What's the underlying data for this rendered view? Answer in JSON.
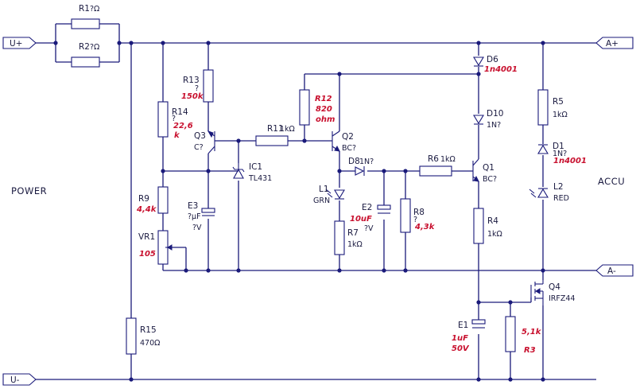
{
  "ports": {
    "u_plus": "U+",
    "u_minus": "U-",
    "a_plus": "A+",
    "a_minus": "A-"
  },
  "blocks": {
    "power": "POWER",
    "accu": "ACCU"
  },
  "components": {
    "r1": {
      "ref": "R1",
      "value": "?Ω"
    },
    "r2": {
      "ref": "R2",
      "value": "?Ω"
    },
    "r13": {
      "ref": "R13",
      "value": "?",
      "note": "150k"
    },
    "r14": {
      "ref": "R14",
      "value": "?",
      "note": [
        "22,6",
        "k"
      ]
    },
    "r12": {
      "ref": "R12",
      "note": [
        "820",
        "ohm"
      ]
    },
    "r11": {
      "ref": "R11",
      "value": "1kΩ"
    },
    "q3": {
      "ref": "Q3",
      "value": "C?"
    },
    "q2": {
      "ref": "Q2",
      "value": "BC?"
    },
    "q1": {
      "ref": "Q1",
      "value": "BC?"
    },
    "ic1": {
      "ref": "IC1",
      "value": "TL431"
    },
    "r9": {
      "ref": "R9",
      "note": "4,4k"
    },
    "vr1": {
      "ref": "VR1",
      "note": "105"
    },
    "e3": {
      "ref": "E3",
      "value": "?µF",
      "value2": "?V"
    },
    "d8": {
      "ref": "D8",
      "value": "1N?"
    },
    "l1": {
      "ref": "L1",
      "value": "GRN"
    },
    "e2": {
      "ref": "E2",
      "value": "?V",
      "note": "10uF"
    },
    "r8": {
      "ref": "R8",
      "value": "?",
      "note": "4,3k"
    },
    "r7": {
      "ref": "R7",
      "value": "1kΩ"
    },
    "r6": {
      "ref": "R6",
      "value": "1kΩ"
    },
    "d6": {
      "ref": "D6",
      "note": "1n4001"
    },
    "d10": {
      "ref": "D10",
      "value": "1N?"
    },
    "r4": {
      "ref": "R4",
      "value": "1kΩ"
    },
    "r5": {
      "ref": "R5",
      "value": "1kΩ"
    },
    "d1": {
      "ref": "D1",
      "value": "1N?",
      "note": "1n4001"
    },
    "l2": {
      "ref": "L2",
      "value": "RED"
    },
    "q4": {
      "ref": "Q4",
      "value": "IRFZ44"
    },
    "e1": {
      "ref": "E1",
      "note": [
        "1uF",
        "50V"
      ]
    },
    "r3": {
      "ref": "R3",
      "note": "5,1k"
    },
    "r15": {
      "ref": "R15",
      "value": "470Ω"
    }
  }
}
